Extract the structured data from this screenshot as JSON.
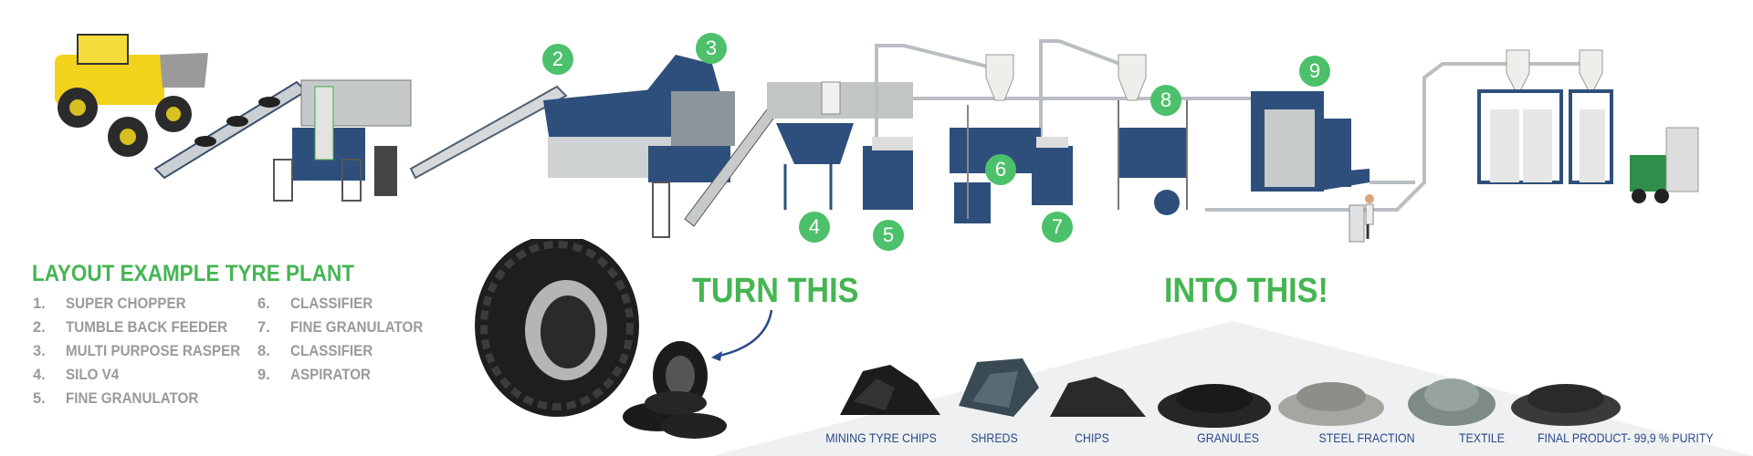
{
  "layout_title": "LAYOUT EXAMPLE TYRE PLANT",
  "legend_left": [
    {
      "num": "1.",
      "name": "SUPER CHOPPER"
    },
    {
      "num": "2.",
      "name": "TUMBLE BACK FEEDER"
    },
    {
      "num": "3.",
      "name": "MULTI PURPOSE RASPER"
    },
    {
      "num": "4.",
      "name": "SILO V4"
    },
    {
      "num": "5.",
      "name": "FINE GRANULATOR"
    }
  ],
  "legend_right": [
    {
      "num": "6.",
      "name": "CLASSIFIER"
    },
    {
      "num": "7.",
      "name": "FINE GRANULATOR"
    },
    {
      "num": "8.",
      "name": "CLASSIFIER"
    },
    {
      "num": "9.",
      "name": "ASPIRATOR"
    }
  ],
  "badges": [
    "2",
    "3",
    "4",
    "5",
    "6",
    "7",
    "8",
    "9"
  ],
  "turn_this": "TURN THIS",
  "into_this": "INTO THIS!",
  "products": [
    "MINING TYRE CHIPS",
    "SHREDS",
    "CHIPS",
    "GRANULES",
    "STEEL FRACTION",
    "TEXTILE",
    "FINAL PRODUCT- 99,9 % PURITY"
  ],
  "colors": {
    "accent_green": "#45b552",
    "badge_green": "#4cc06a",
    "machine_blue": "#2e4f7c",
    "legend_gray": "#9a9a9a",
    "label_blue": "#2a4a8a"
  }
}
